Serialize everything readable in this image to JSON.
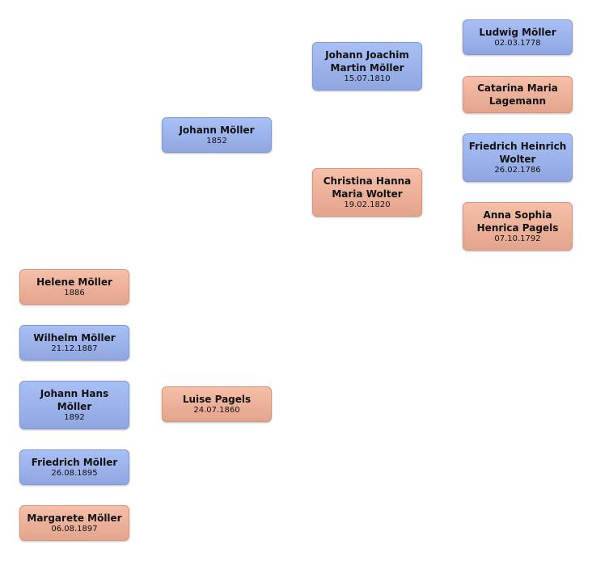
{
  "ancestors": {
    "father": {
      "name": "Johann Möller",
      "date": "1852"
    },
    "mother": {
      "name": "Luise Pagels",
      "date": "24.07.1860"
    },
    "paternal_grandfather": {
      "name": "Johann Joachim Martin Möller",
      "date": "15.07.1810"
    },
    "paternal_grandmother": {
      "name": "Christina Hanna Maria Wolter",
      "date": "19.02.1820"
    },
    "great_grandfather_1": {
      "name": "Ludwig Möller",
      "date": "02.03.1778"
    },
    "great_grandmother_1": {
      "name": "Catarina Maria Lagemann",
      "date": ""
    },
    "great_grandfather_2": {
      "name": "Friedrich Heinrich Wolter",
      "date": "26.02.1786"
    },
    "great_grandmother_2": {
      "name": "Anna Sophia Henrica Pagels",
      "date": "07.10.1792"
    }
  },
  "children": [
    {
      "name": "Helene Möller",
      "date": "1886",
      "sex": "female"
    },
    {
      "name": "Wilhelm Möller",
      "date": "21.12.1887",
      "sex": "male"
    },
    {
      "name": "Johann Hans Möller",
      "date": "1892",
      "sex": "male"
    },
    {
      "name": "Friedrich Möller",
      "date": "26.08.1895",
      "sex": "male"
    },
    {
      "name": "Margarete Möller",
      "date": "06.08.1897",
      "sex": "female"
    }
  ],
  "colors": {
    "male": "#a9c0f6",
    "female": "#f6bfa8"
  }
}
